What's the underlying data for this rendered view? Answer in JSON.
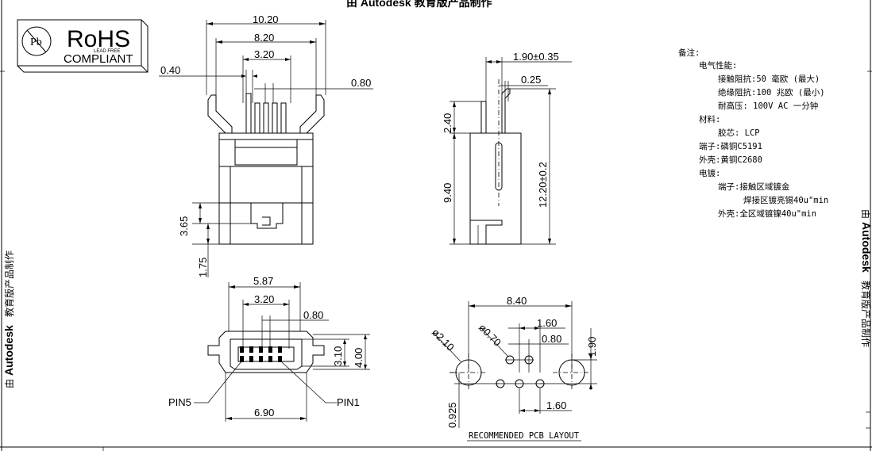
{
  "watermark": {
    "top": "由 Autodesk 教育版产品制作",
    "brand": "Autodesk",
    "prefix": "由",
    "suffix": "教育版产品制作"
  },
  "rohs": {
    "title": "RoHS",
    "subtitle": "COMPLIANT",
    "small": "LEAD FREE",
    "mark": "Pb"
  },
  "front_view": {
    "dims": [
      "10.20",
      "8.20",
      "3.20",
      "0.40",
      "0.80",
      "3.65",
      "1.75"
    ]
  },
  "side_view": {
    "dims": [
      "1.90±0.35",
      "0.25",
      "2.40",
      "9.40",
      "12.20±0.2"
    ]
  },
  "bottom_view": {
    "dims": [
      "5.87",
      "3.20",
      "0.80",
      "3.10",
      "4.00",
      "6.90"
    ],
    "pin_left": "PIN5",
    "pin_right": "PIN1"
  },
  "pcb_layout": {
    "dims": [
      "8.40",
      "1.60",
      "0.80",
      "1.90",
      "ø2.10",
      "ø0.70",
      "0.925",
      "1.60"
    ],
    "caption": "RECOMMENDED PCB LAYOUT"
  },
  "notes": {
    "heading": "备注:",
    "electrical": "电气性能:",
    "contact_resistance": "接触阻抗:50 毫欧 (最大)",
    "insulation_resistance": "绝缘阻抗:100 兆欧 (最小)",
    "voltage": "耐高压:  100V AC 一分钟",
    "material": "材料:",
    "insulator": "胶芯: LCP",
    "terminal_material": "端子:磷铜C5191",
    "shell_material": "外壳:黄铜C2680",
    "plating": "电镀:",
    "terminal_plating_1": "端子:接触区域镀金",
    "terminal_plating_2": "焊接区镀亮锡40u\"min",
    "shell_plating": "外壳:全区域镀镍40u\"min"
  }
}
